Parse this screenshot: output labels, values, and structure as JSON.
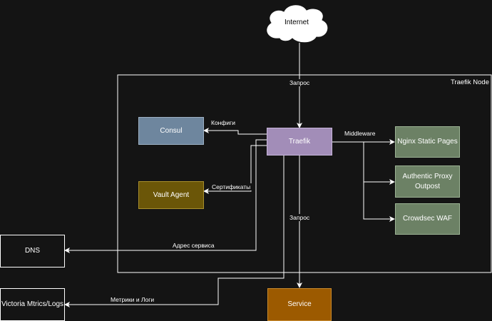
{
  "internet": {
    "label": "Internet"
  },
  "node_group": {
    "label": "Traefik Node"
  },
  "nodes": {
    "traefik": {
      "label": "Traefik",
      "fill": "#a28db8",
      "stroke": "#c9b7dc"
    },
    "consul": {
      "label": "Consul",
      "fill": "#6e869e",
      "stroke": "#9db1c4"
    },
    "vault": {
      "label": "Vault Agent",
      "fill": "#6b5608",
      "stroke": "#a88e2c"
    },
    "nginx": {
      "label": "Nginx Static Pages",
      "fill": "#6c8165",
      "stroke": "#9cb394"
    },
    "authentic": {
      "label": "Authentic Proxy Outpost",
      "fill": "#6c8165",
      "stroke": "#9cb394"
    },
    "crowdsec": {
      "label": "Crowdsec WAF",
      "fill": "#6c8165",
      "stroke": "#9cb394"
    },
    "dns": {
      "label": "DNS",
      "fill": "#141414",
      "stroke": "#ffffff"
    },
    "victoria": {
      "label": "Victoria Mtrics/Logs",
      "fill": "#141414",
      "stroke": "#ffffff"
    },
    "service": {
      "label": "Service",
      "fill": "#9c5a00",
      "stroke": "#c88a2e"
    }
  },
  "edges": {
    "request_in": "Запрос",
    "configs": "Конфиги",
    "middleware": "Middleware",
    "certificates": "Сертификаты",
    "request_out": "Запрос",
    "service_address": "Адрес сервиса",
    "metrics_logs": "Метрики и Логи"
  },
  "colors": {
    "background": "#141414",
    "line": "#ffffff"
  }
}
